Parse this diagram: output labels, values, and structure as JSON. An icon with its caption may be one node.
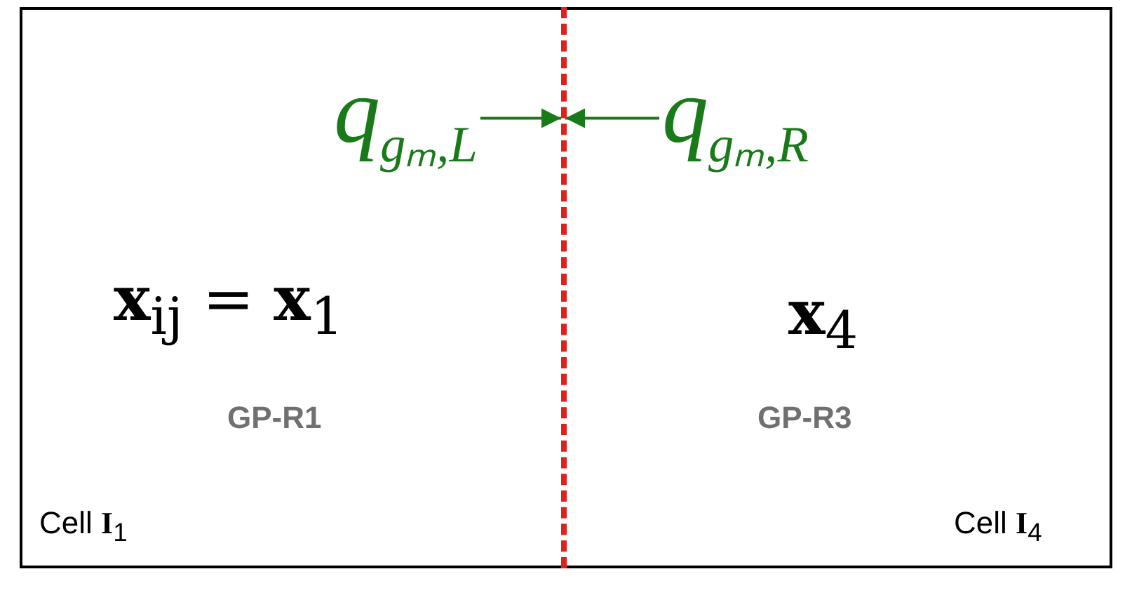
{
  "diagram": {
    "nodes": [
      {
        "text": [
          "**x**$_{ij}$ = **x**$_{1}$",
          "GP-R1",
          "Cell **I**$_{1}$"
        ]
      },
      {
        "text": [
          "**x**$_{4}$",
          "GP-R3",
          "Cell **I**$_{4}$"
        ]
      },
      {
        "text": [
          "q$_{gₘ,L}$"
        ],
        "in": 0
      },
      {
        "text": [
          "q$_{gₘ,R}$"
        ],
        "in": 1
      },
      {
        "text": [],
        "shape": "bar"
      }
    ],
    "edges": [
      {
        "from": 2,
        "to": 4,
        "arrow": "to",
        "color": "#1a7a1a"
      },
      {
        "from": 3,
        "to": 4,
        "arrow": "to",
        "color": "#1a7a1a"
      }
    ]
  }
}
